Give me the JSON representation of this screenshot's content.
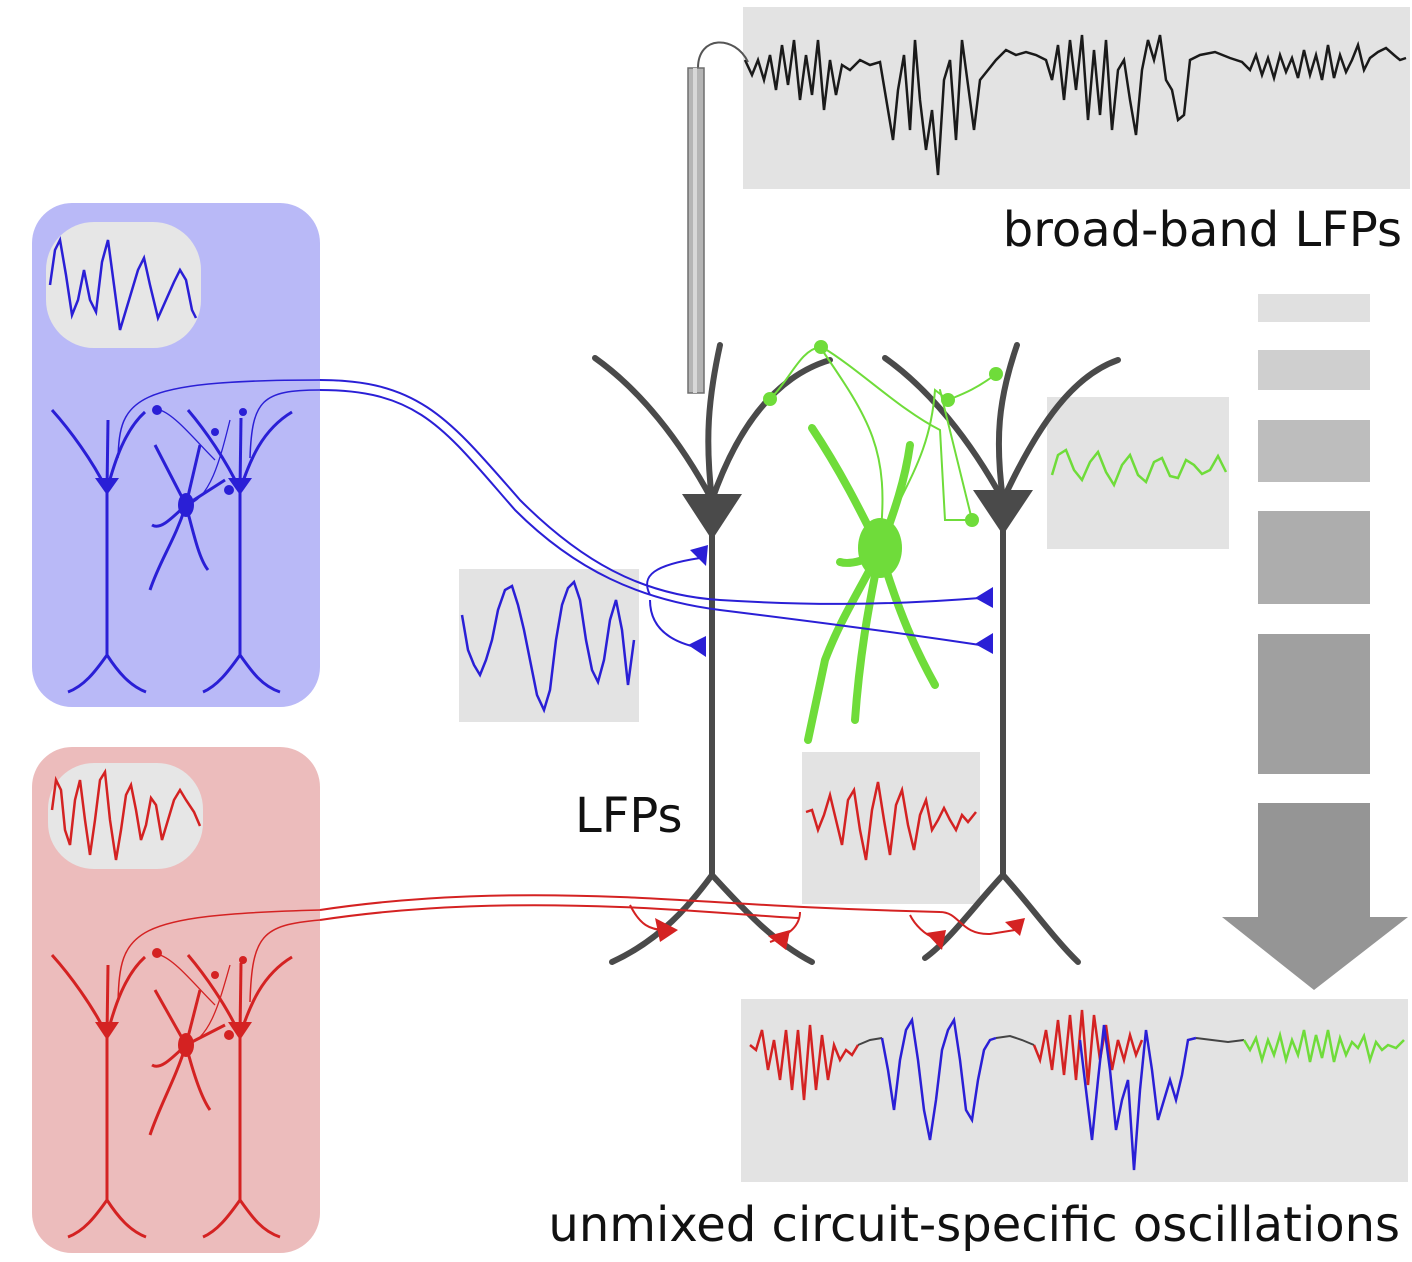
{
  "labels": {
    "broadband": "broad-band LFPs",
    "lfps": "LFPs",
    "unmixed": "unmixed circuit-specific oscillations"
  },
  "colors": {
    "blue": "#2a1fd6",
    "red": "#d42222",
    "green": "#6fdc3a",
    "neuron_gray": "#4a4a4a",
    "panel_gray": "#e3e3e3",
    "blue_panel": "#b9b9f7",
    "red_panel": "#ecbcbc",
    "black_trace": "#1a1a1a"
  },
  "icons": {
    "electrode": "recording-electrode-icon",
    "arrow": "downward-gradient-arrow-icon"
  }
}
